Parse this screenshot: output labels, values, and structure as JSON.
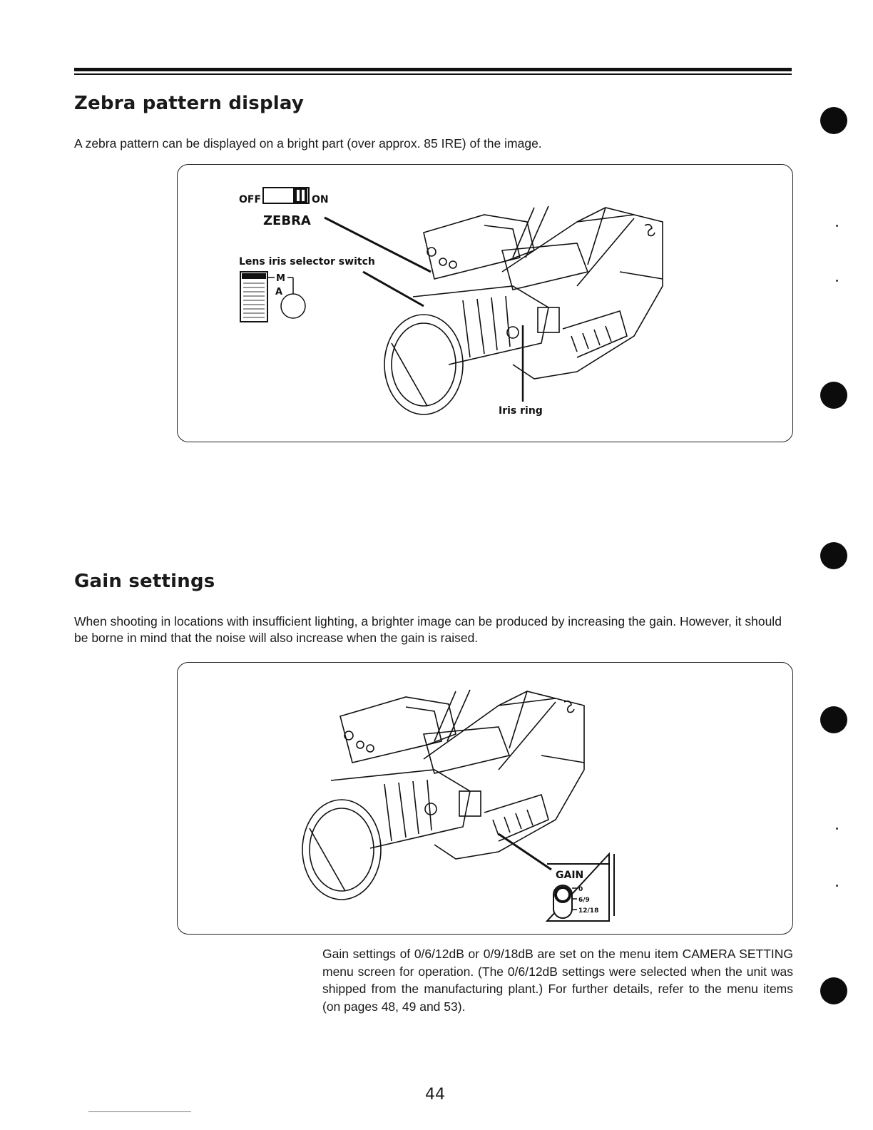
{
  "sections": {
    "zebra": {
      "title": "Zebra pattern display",
      "description": "A zebra pattern can be displayed on a bright part (over approx. 85 IRE) of the image.",
      "figure": {
        "switch_off_label": "OFF",
        "switch_on_label": "ON",
        "switch_name": "ZEBRA",
        "lens_iris_label": "Lens iris selector switch",
        "iris_m_label": "M",
        "iris_a_label": "A",
        "iris_ring_label": "Iris ring"
      }
    },
    "gain": {
      "title": "Gain settings",
      "description": "When shooting in locations with insufficient lighting, a brighter image can be produced by increasing the gain. However, it should be borne in mind that the noise will also increase when the gain is raised.",
      "figure": {
        "gain_label": "GAIN",
        "gain_positions": [
          "0",
          "6/9",
          "12/18"
        ]
      },
      "note": "Gain settings of 0/6/12dB or 0/9/18dB are set on the menu item CAMERA SETTING menu screen for operation. (The 0/6/12dB settings were selected when the unit was shipped from the manufacturing plant.) For further details, refer to the menu items (on pages 48, 49 and 53)."
    }
  },
  "page_number": "44"
}
